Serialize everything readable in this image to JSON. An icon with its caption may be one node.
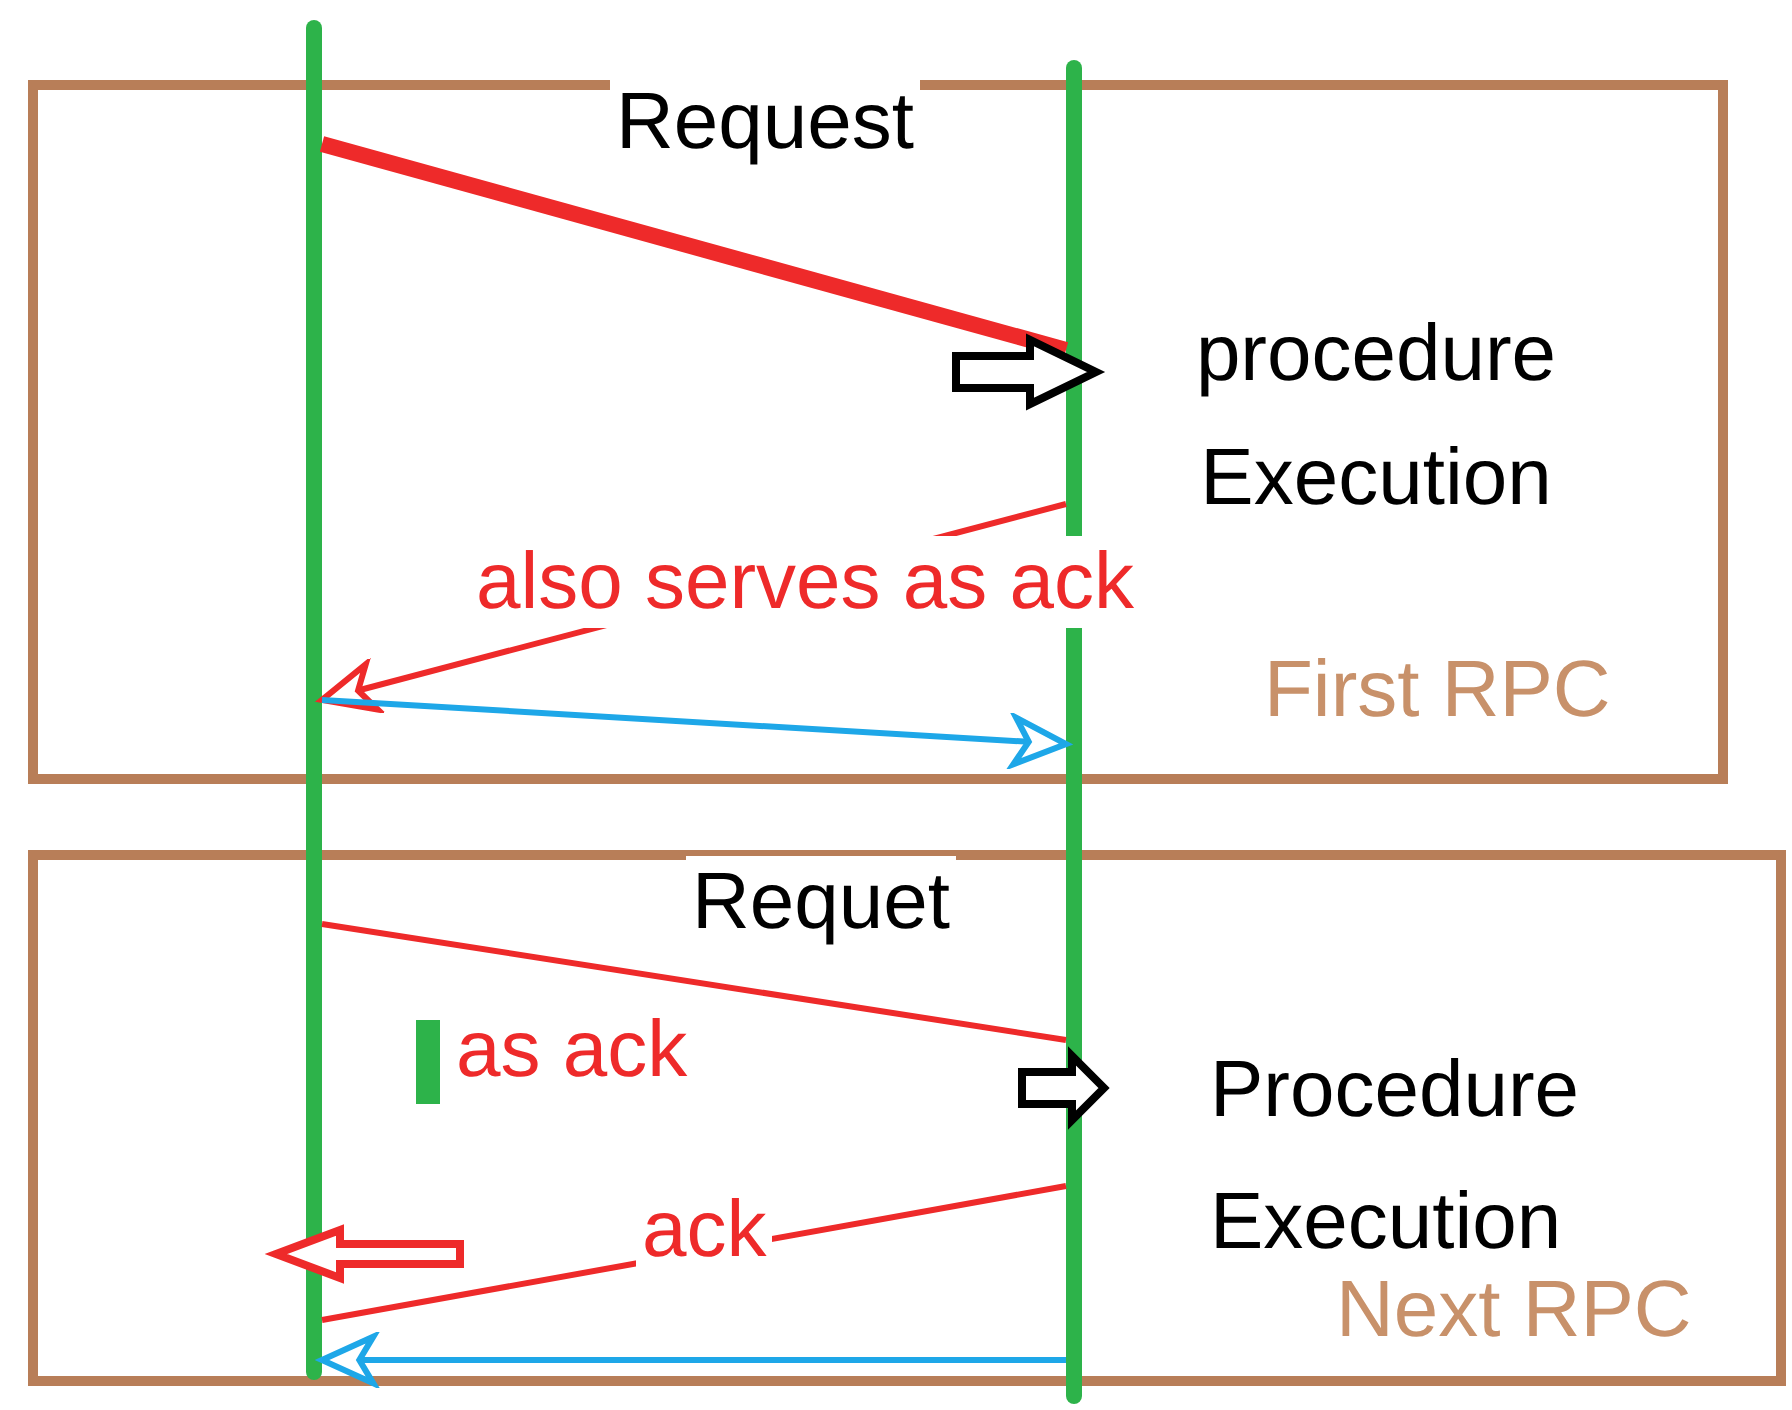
{
  "diagram": {
    "nodes": [
      {
        "text": [],
        "shape": "bar"
      },
      {
        "text": [],
        "shape": "bar"
      }
    ],
    "edges": [
      {
        "from": 0,
        "to": 1,
        "arrow": "none",
        "label": "Request",
        "style": "thick"
      },
      {
        "from": 1,
        "to": 0,
        "arrow": "to",
        "label": "also serves as ack"
      },
      {
        "from": 0,
        "to": 1,
        "arrow": "to",
        "color": "#1ea7e8"
      },
      {
        "from": 0,
        "to": 1,
        "arrow": "none",
        "label": "Requet"
      },
      {
        "from": 1,
        "to": 0,
        "arrow": "none",
        "label": "ack"
      },
      {
        "from": 1,
        "to": 0,
        "arrow": "to",
        "color": "#1ea7e8"
      }
    ],
    "labels": [
      "procedure Execution",
      "First RPC",
      "as ack",
      "Procedure Execution",
      "Next RPC"
    ]
  }
}
